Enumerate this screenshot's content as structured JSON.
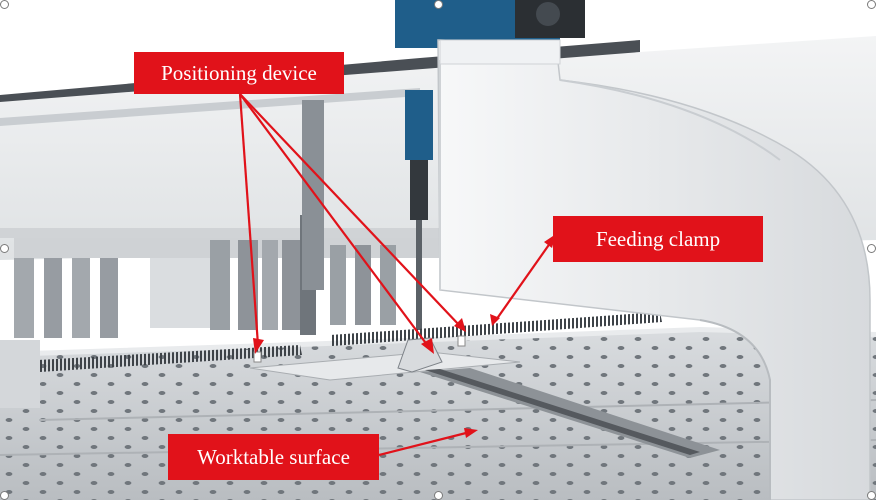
{
  "labels": {
    "positioning_device": "Positioning device",
    "feeding_clamp": "Feeding clamp",
    "worktable_surface": "Worktable surface"
  },
  "colors": {
    "callout_fill": "#e1121a",
    "callout_text": "#ffffff",
    "leader_line": "#e1121a",
    "machine_body": "#eef0f2",
    "head_blue": "#1f5e8a",
    "table_metal": "#c6c9cc"
  }
}
